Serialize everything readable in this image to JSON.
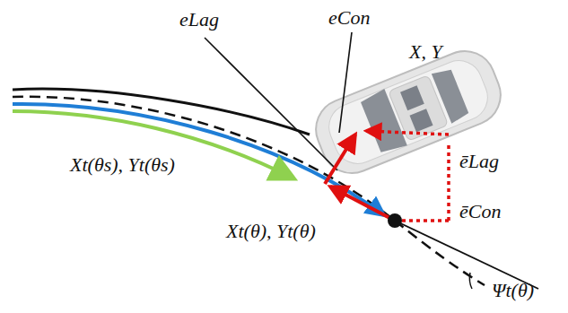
{
  "diagram": {
    "labels": [
      "eLag",
      "eCon",
      "X, Y",
      "ēLag",
      "ēCon",
      "Xt(θs), Yt(θs)",
      "Xt(θ), Yt(θ)",
      "Ψt(θ)"
    ]
  }
}
